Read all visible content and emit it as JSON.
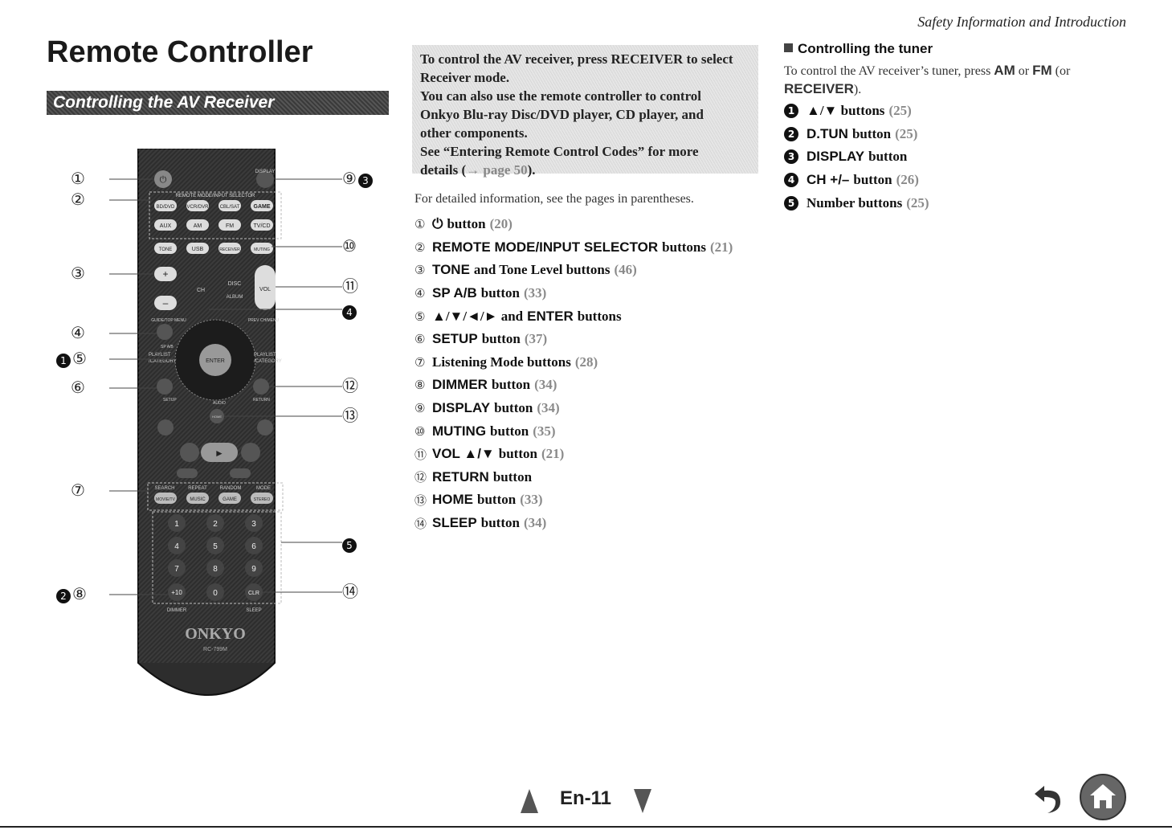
{
  "header_note": "Safety Information and Introduction",
  "page_title": "Remote Controller",
  "section_banner": "Controlling the AV Receiver",
  "note_box": {
    "lines": [
      {
        "text": "To control the AV receiver, press RECEIVER to select"
      },
      {
        "text": "Receiver mode."
      },
      {
        "text": "You can also use the remote controller to control"
      },
      {
        "text": "Onkyo Blu-ray Disc/DVD player, CD player, and"
      },
      {
        "text": "other components."
      },
      {
        "text": "See “Entering Remote Control Codes” for more"
      },
      {
        "text": "details (",
        "ref": "→ page 50",
        "tail": ")."
      }
    ]
  },
  "intro_text": "For detailed information, see the pages in parentheses.",
  "buttons": [
    {
      "num": "①",
      "pre": "",
      "keyword": "⏻",
      "text": "button",
      "page": "(20)"
    },
    {
      "num": "②",
      "pre": "",
      "keyword": "REMOTE MODE/INPUT SELECTOR",
      "text": "buttons",
      "page": "(21)"
    },
    {
      "num": "③",
      "pre": "",
      "keyword": "TONE",
      "text": "and Tone Level buttons",
      "page": "(46)"
    },
    {
      "num": "④",
      "pre": "",
      "keyword": "SP A/B",
      "text": "button",
      "page": "(33)"
    },
    {
      "num": "⑤",
      "pre": "▲/▼/◄/► and",
      "keyword": "ENTER",
      "text": "buttons",
      "page": ""
    },
    {
      "num": "⑥",
      "pre": "",
      "keyword": "SETUP",
      "text": "button",
      "page": "(37)"
    },
    {
      "num": "⑦",
      "pre": "Listening Mode buttons",
      "keyword": "",
      "text": "",
      "page": "(28)"
    },
    {
      "num": "⑧",
      "pre": "",
      "keyword": "DIMMER",
      "text": "button",
      "page": "(34)"
    },
    {
      "num": "⑨",
      "pre": "",
      "keyword": "DISPLAY",
      "text": "button",
      "page": "(34)"
    },
    {
      "num": "⑩",
      "pre": "",
      "keyword": "MUTING",
      "text": "button",
      "page": "(35)"
    },
    {
      "num": "⑪",
      "pre": "",
      "keyword": "VOL ▲/▼",
      "text": "button",
      "page": "(21)"
    },
    {
      "num": "⑫",
      "pre": "",
      "keyword": "RETURN",
      "text": "button",
      "page": ""
    },
    {
      "num": "⑬",
      "pre": "",
      "keyword": "HOME",
      "text": "button",
      "page": "(33)"
    },
    {
      "num": "⑭",
      "pre": "",
      "keyword": "SLEEP",
      "text": "button",
      "page": "(34)"
    }
  ],
  "tuner": {
    "heading": "Controlling the tuner",
    "intro_a": "To control the AV receiver’s tuner, press",
    "kw_am": "AM",
    "or1": "or",
    "kw_fm": "FM",
    "or2": "(or",
    "kw_receiver": "RECEIVER",
    "intro_end": ").",
    "items": [
      {
        "num": "1",
        "keyword": "",
        "pre": "▲/▼ buttons",
        "page": "(25)"
      },
      {
        "num": "2",
        "keyword": "D.TUN",
        "pre": "button",
        "page": "(25)"
      },
      {
        "num": "3",
        "keyword": "DISPLAY",
        "pre": "button",
        "page": ""
      },
      {
        "num": "4",
        "keyword": "CH +/–",
        "pre": "button",
        "page": "(26)"
      },
      {
        "num": "5",
        "keyword": "",
        "pre": "Number buttons",
        "page": "(25)"
      }
    ]
  },
  "remote": {
    "brand": "ONKYO",
    "model": "RC-799M",
    "selector_label": "REMOTE MODE/INPUT SELECTOR",
    "row1": [
      "BD/DVD",
      "VCR/DVR",
      "CBL/SAT",
      "GAME"
    ],
    "row2": [
      "AUX",
      "AM",
      "FM",
      "TV/CD"
    ],
    "row3": [
      "TONE",
      "USB",
      "RECEIVER",
      "MUTING"
    ],
    "display_label": "DISPLAY",
    "ch_label": "CH",
    "disc_label": "DISC",
    "album_label": "ALBUM",
    "vol_label": "VOL",
    "guide_label": "GUIDE/TOP MENU",
    "prevch_label": "PREV CH/MENU",
    "spab_label": "SP A/B",
    "playlist_l": "PLAYLIST",
    "category_l": "/CATEGORY",
    "playlist_r": "PLAYLIST",
    "category_r": "/CATEGORY",
    "enter_label": "ENTER",
    "setup_label": "SETUP",
    "audio_label": "AUDIO",
    "return_label": "RETURN",
    "home_label": "HOME",
    "mode_labels": [
      "SEARCH",
      "REPEAT",
      "RANDOM",
      "MODE"
    ],
    "mode_buttons": [
      "MOVIE/TV",
      "MUSIC",
      "GAME",
      "STEREO"
    ],
    "numbers": [
      "1",
      "2",
      "3",
      "4",
      "5",
      "6",
      "7",
      "8",
      "9",
      "+10",
      "0",
      "CLR"
    ],
    "dimmer_label": "DIMMER",
    "sleep_label": "SLEEP",
    "callouts_left": [
      "①",
      "②",
      "③",
      "④",
      "⑤",
      "⑥",
      "⑦",
      "⑧"
    ],
    "callouts_right": [
      "⑨",
      "⑩",
      "⑪",
      "⑫",
      "⑬",
      "⑭"
    ],
    "callout_bold": [
      "1",
      "2",
      "3",
      "4",
      "5"
    ]
  },
  "footer": {
    "page": "En-11"
  }
}
